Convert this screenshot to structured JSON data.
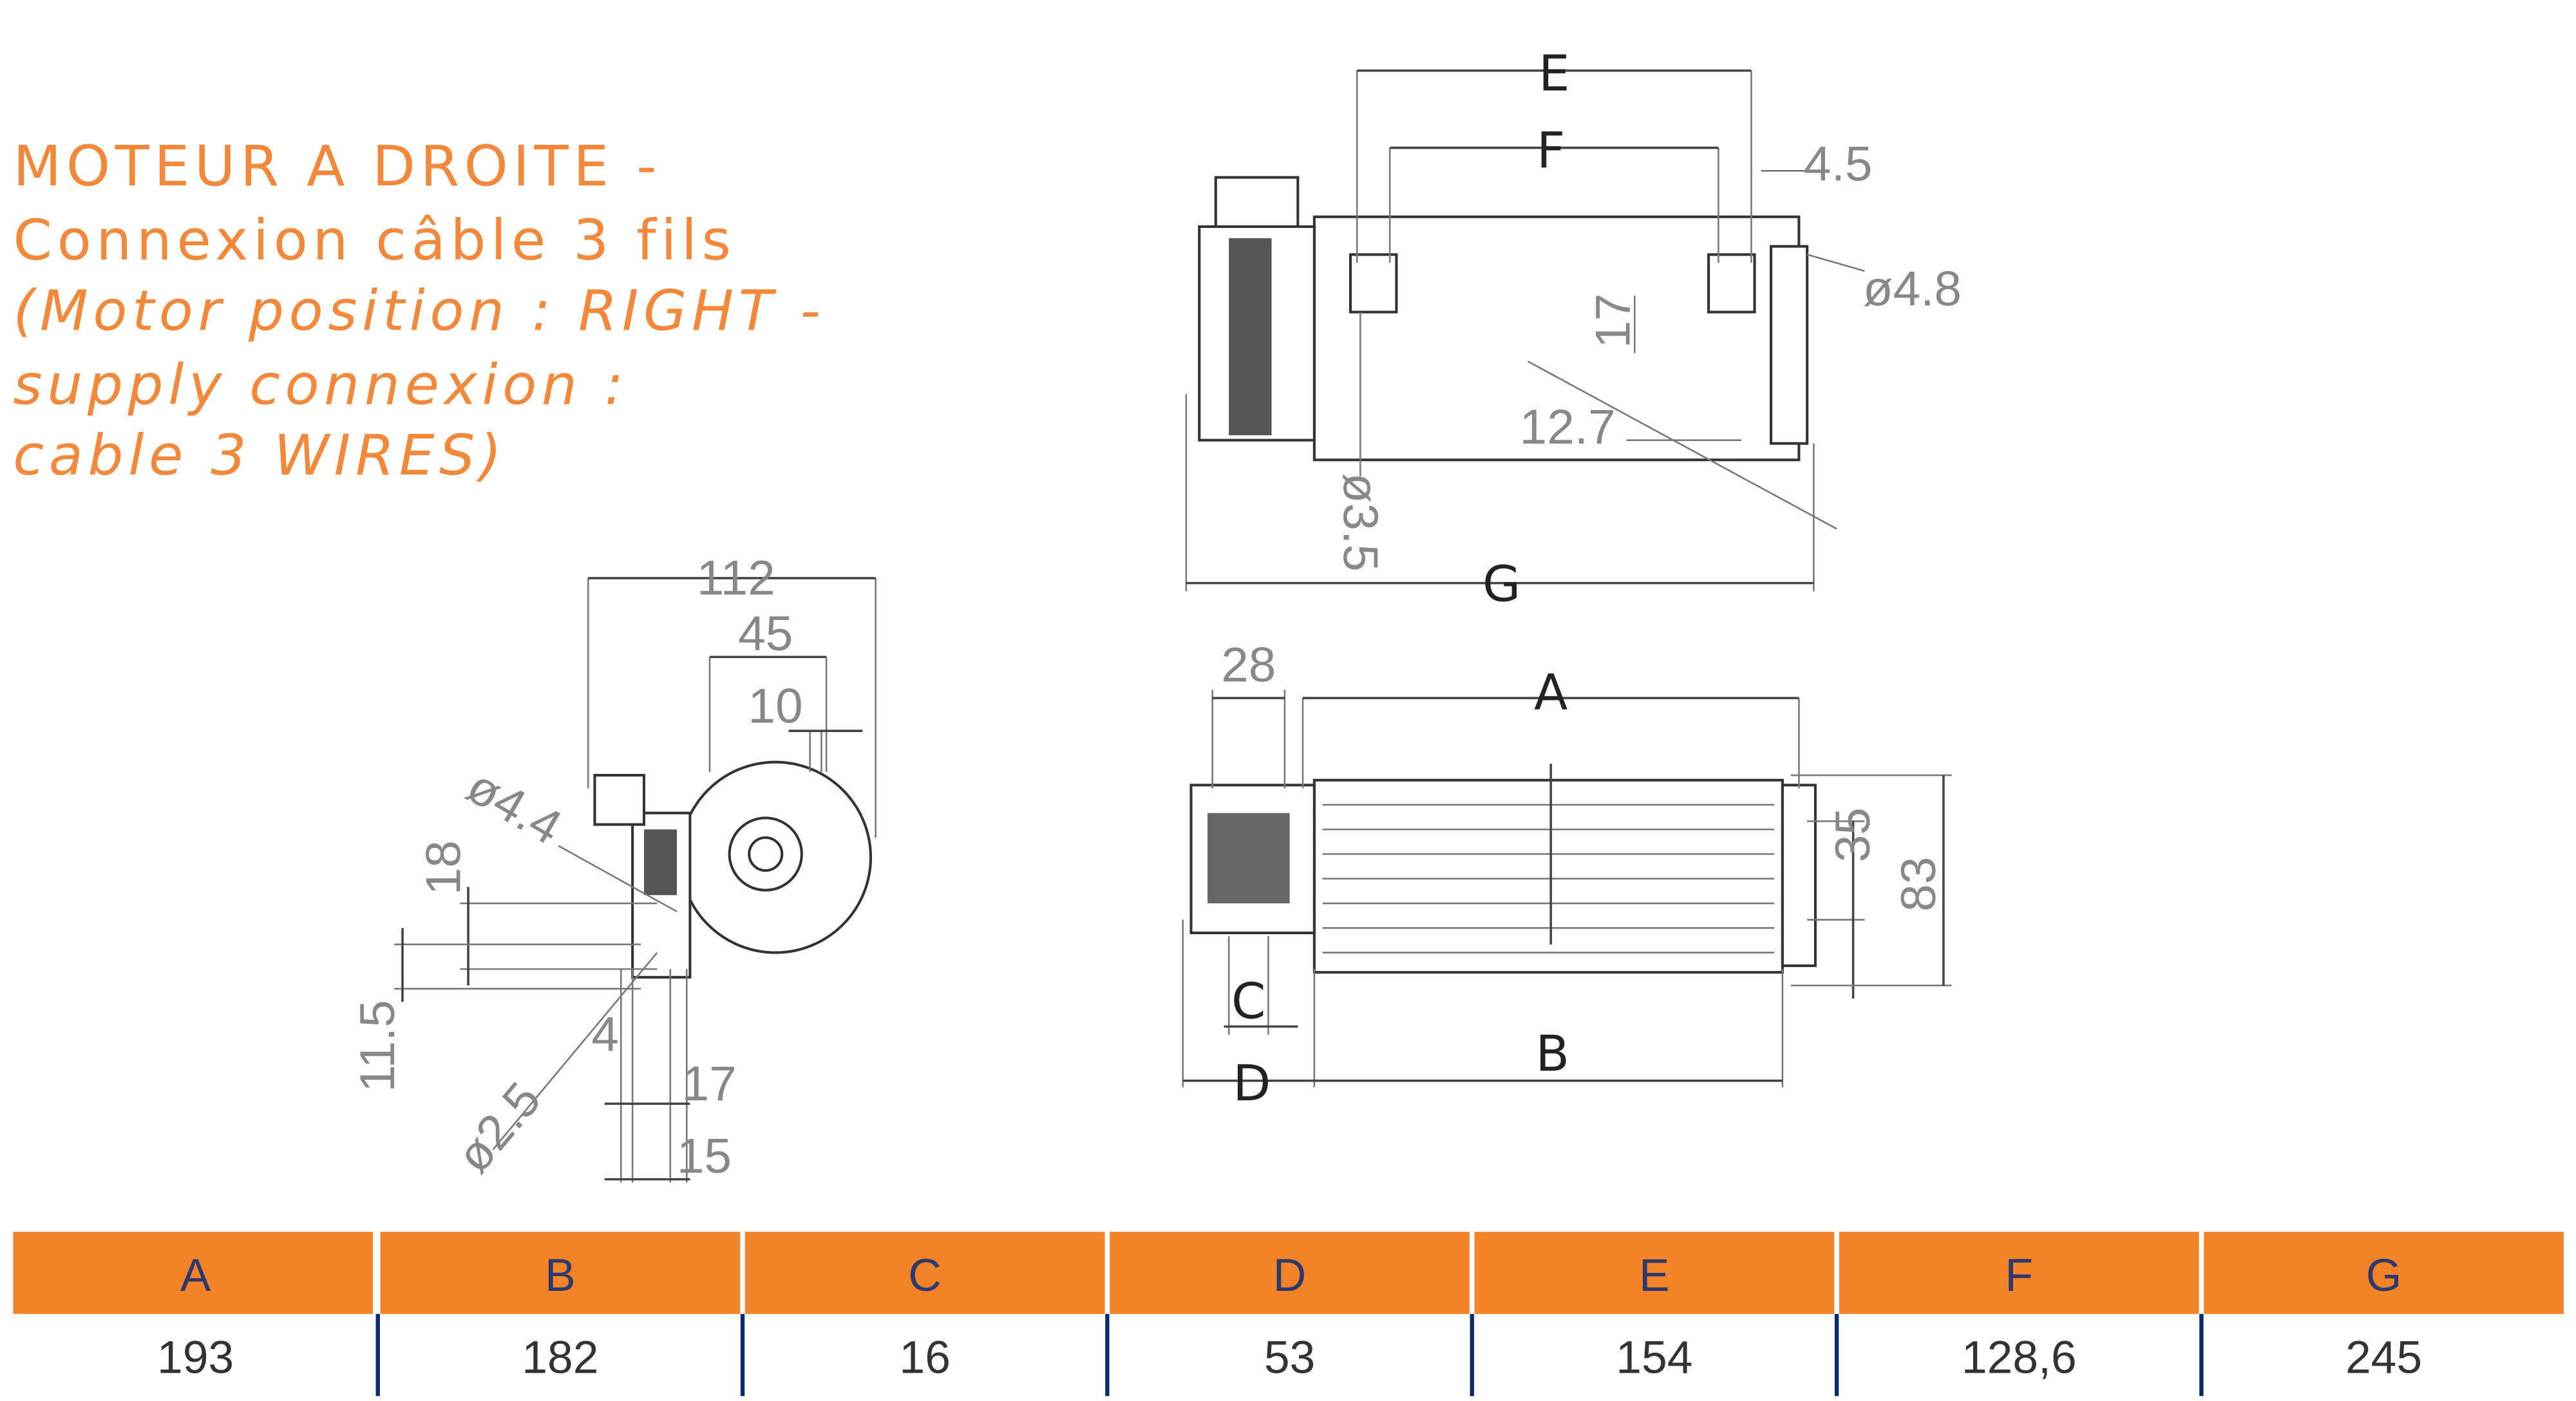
{
  "title": {
    "lines": [
      "MOTEUR A DROITE -",
      "Connexion câble 3 fils",
      "(Motor position : RIGHT -",
      "supply connexion :",
      "cable 3 WIRES)"
    ]
  },
  "top_view": {
    "E": "E",
    "F": "F",
    "G": "G",
    "d4_5": "4.5",
    "dia4_8": "ø4.8",
    "d17": "17",
    "d12_7": "12.7",
    "dia3_5": "ø3.5"
  },
  "side_view": {
    "d112": "112",
    "d45": "45",
    "d10": "10",
    "dia4_4": "ø4.4",
    "d18": "18",
    "d11_5": "11.5",
    "d4": "4",
    "d17": "17",
    "d15": "15",
    "dia2_5": "ø2.5"
  },
  "front_view": {
    "d28": "28",
    "A": "A",
    "B": "B",
    "C": "C",
    "D": "D",
    "d35": "35",
    "d83": "83"
  },
  "table": {
    "headers": [
      "A",
      "B",
      "C",
      "D",
      "E",
      "F",
      "G"
    ],
    "values": [
      "193",
      "182",
      "16",
      "53",
      "154",
      "128,6",
      "245"
    ]
  },
  "colors": {
    "orange": "#F28329",
    "divider": "#0B2A6B",
    "header_text": "#2E3A6E"
  }
}
